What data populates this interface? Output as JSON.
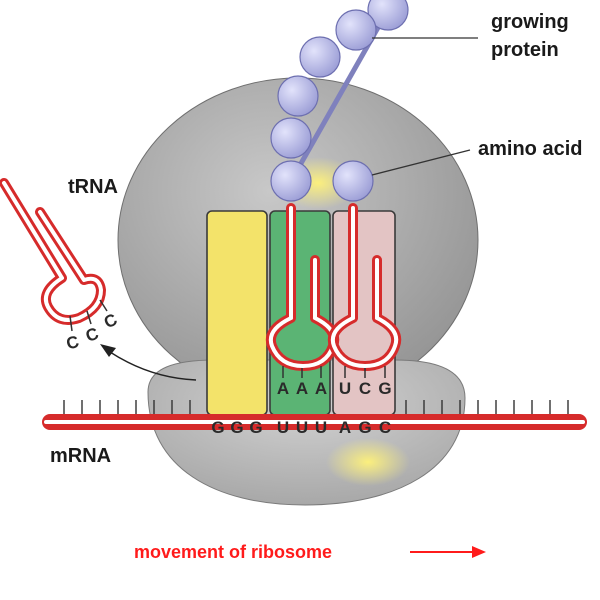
{
  "labels": {
    "growing_protein_line1": "growing",
    "growing_protein_line2": "protein",
    "amino_acid": "amino acid",
    "trna": "tRNA",
    "mrna": "mRNA",
    "movement": "movement of ribosome"
  },
  "codons": {
    "exiting_anticodon": [
      "C",
      "C",
      "C"
    ],
    "mrna_codons": [
      [
        "G",
        "G",
        "G"
      ],
      [
        "U",
        "U",
        "U"
      ],
      [
        "A",
        "G",
        "C"
      ]
    ],
    "p_site_anticodon": [
      "A",
      "A",
      "A"
    ],
    "a_site_anticodon": [
      "U",
      "C",
      "G"
    ]
  },
  "colors": {
    "ribosome": "#a9a9a9",
    "e_site": "#f3e36a",
    "p_site": "#5bb474",
    "a_site": "#e3c4c4",
    "amino_acid": "#b7b8e8",
    "trna_stroke": "#d62b2b",
    "mrna_stroke": "#d62b2b",
    "movement_text": "#ff1b1b"
  }
}
